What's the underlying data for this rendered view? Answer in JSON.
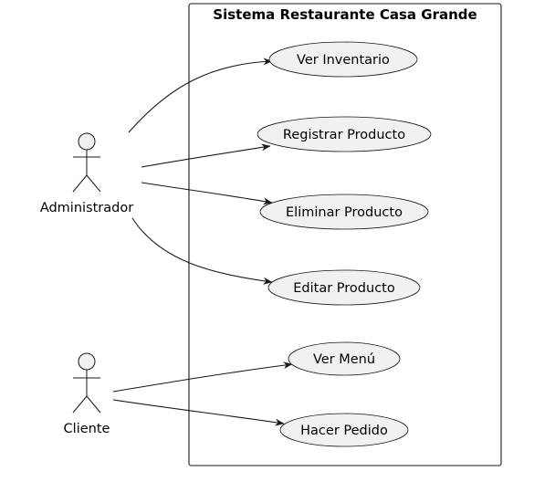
{
  "diagram": {
    "system_title": "Sistema Restaurante Casa Grande",
    "actors": [
      {
        "id": "admin",
        "label": "Administrador"
      },
      {
        "id": "client",
        "label": "Cliente"
      }
    ],
    "use_cases": [
      {
        "id": "uc1",
        "label": "Ver Inventario"
      },
      {
        "id": "uc2",
        "label": "Registrar Producto"
      },
      {
        "id": "uc3",
        "label": "Eliminar Producto"
      },
      {
        "id": "uc4",
        "label": "Editar Producto"
      },
      {
        "id": "uc5",
        "label": "Ver Menú"
      },
      {
        "id": "uc6",
        "label": "Hacer Pedido"
      }
    ],
    "associations": [
      {
        "from": "Administrador",
        "to": "Ver Inventario"
      },
      {
        "from": "Administrador",
        "to": "Registrar Producto"
      },
      {
        "from": "Administrador",
        "to": "Eliminar Producto"
      },
      {
        "from": "Administrador",
        "to": "Editar Producto"
      },
      {
        "from": "Cliente",
        "to": "Ver Menú"
      },
      {
        "from": "Cliente",
        "to": "Hacer Pedido"
      }
    ],
    "colors": {
      "fill": "#f1f1f1",
      "stroke": "#181818"
    }
  }
}
